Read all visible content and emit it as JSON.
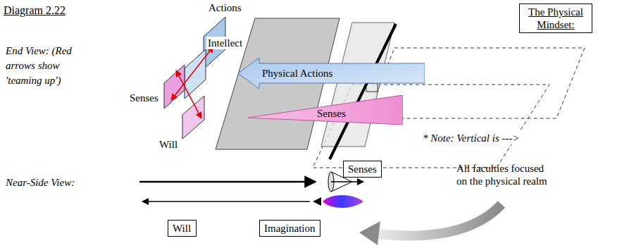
{
  "diagram": {
    "nodes": [
      {
        "text": [
          "Physical Actions"
        ]
      },
      {
        "text": [
          "The Physical Mindset:"
        ]
      },
      {
        "text": [
          "Senses"
        ]
      },
      {
        "text": [
          "Senses"
        ]
      },
      {
        "text": [
          "Will"
        ]
      },
      {
        "text": [
          "Imagination"
        ]
      }
    ],
    "labels": [
      "Diagram 2.22",
      "Actions",
      "Intellect",
      "End View: (Red arrows show 'teaming up')",
      "Senses",
      "Will",
      "* Note: Vertical is --->",
      "Near-Side View:",
      "All faculties focused on the physical realm"
    ]
  }
}
